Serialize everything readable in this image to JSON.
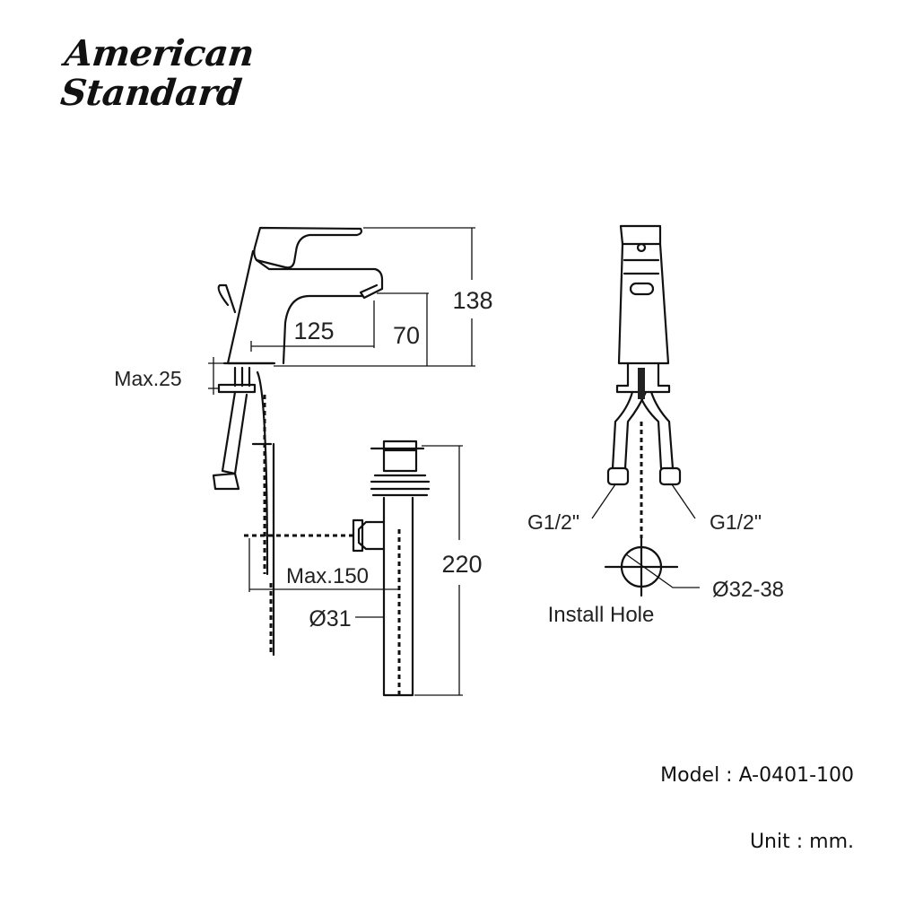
{
  "brand": {
    "line1": "American",
    "line2": "Standard"
  },
  "side_view": {
    "dim_height": "138",
    "dim_spout_height": "70",
    "dim_spout_reach": "125",
    "dim_deck_max": "Max.25",
    "dim_drain_height": "220",
    "dim_drain_reach": "Max.150",
    "dim_drain_diameter": "Ø31"
  },
  "front_view": {
    "connection_left": "G1/2\"",
    "connection_right": "G1/2\"",
    "hole_diameter": "Ø32-38",
    "hole_label": "Install Hole"
  },
  "footer": {
    "model": "Model : A-0401-100",
    "unit": "Unit : mm."
  }
}
